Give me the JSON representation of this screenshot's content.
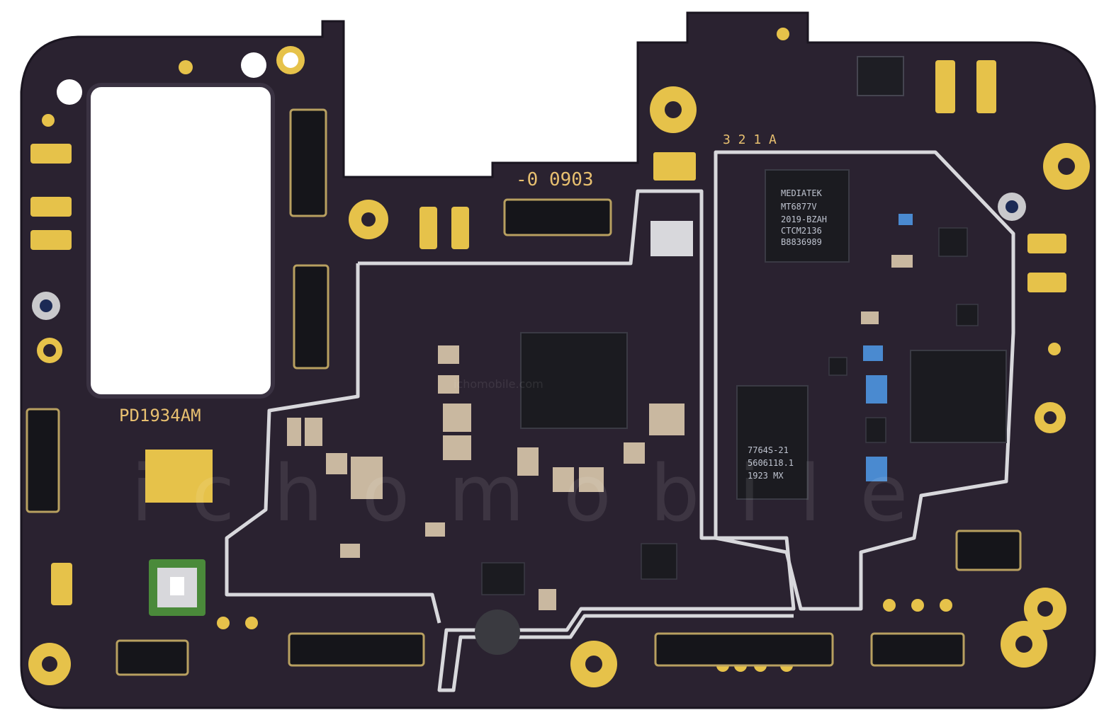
{
  "board": {
    "colors": {
      "pcb": "#2a2230",
      "gold": "#e6c24a",
      "shield": "#d8d8dc",
      "chip": "#1b1b20"
    },
    "silkscreen": {
      "model": "PD1934AM",
      "part_code": "-0 0903",
      "rev_marks": "3 2 1 A"
    },
    "chips": {
      "soc": {
        "line1": "MEDIATEK",
        "line2": "MT6877V",
        "line3": "2019-BZAH",
        "line4": "CTCM2136",
        "line5": "B8836989"
      },
      "rf": {
        "line1": "7764S-21",
        "line2": "5606118.1",
        "line3": "1923   MX"
      }
    },
    "watermark": {
      "text": "ichomobile",
      "small": "ichomobile.com"
    }
  }
}
